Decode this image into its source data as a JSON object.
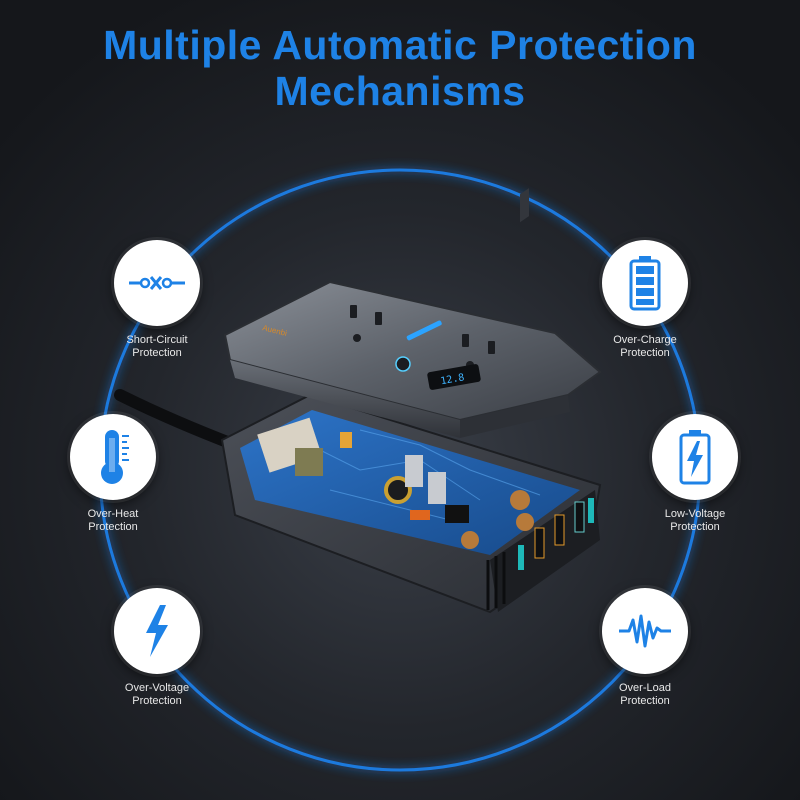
{
  "headline": {
    "line1": "Multiple Automatic Protection",
    "line2": "Mechanisms"
  },
  "accent_color": "#1e82e6",
  "features": [
    {
      "icon": "short-circuit-icon",
      "line1": "Short-Circuit",
      "line2": "Protection"
    },
    {
      "icon": "battery-full-icon",
      "line1": "Over-Charge",
      "line2": "Protection"
    },
    {
      "icon": "thermometer-icon",
      "line1": "Over-Heat",
      "line2": "Protection"
    },
    {
      "icon": "battery-charging-icon",
      "line1": "Low-Voltage",
      "line2": "Protection"
    },
    {
      "icon": "lightning-bolt-icon",
      "line1": "Over-Voltage",
      "line2": "Protection"
    },
    {
      "icon": "waveform-icon",
      "line1": "Over-Load",
      "line2": "Protection"
    }
  ],
  "product": {
    "display_reading": "12.8",
    "brand_text": "Auenbi"
  }
}
